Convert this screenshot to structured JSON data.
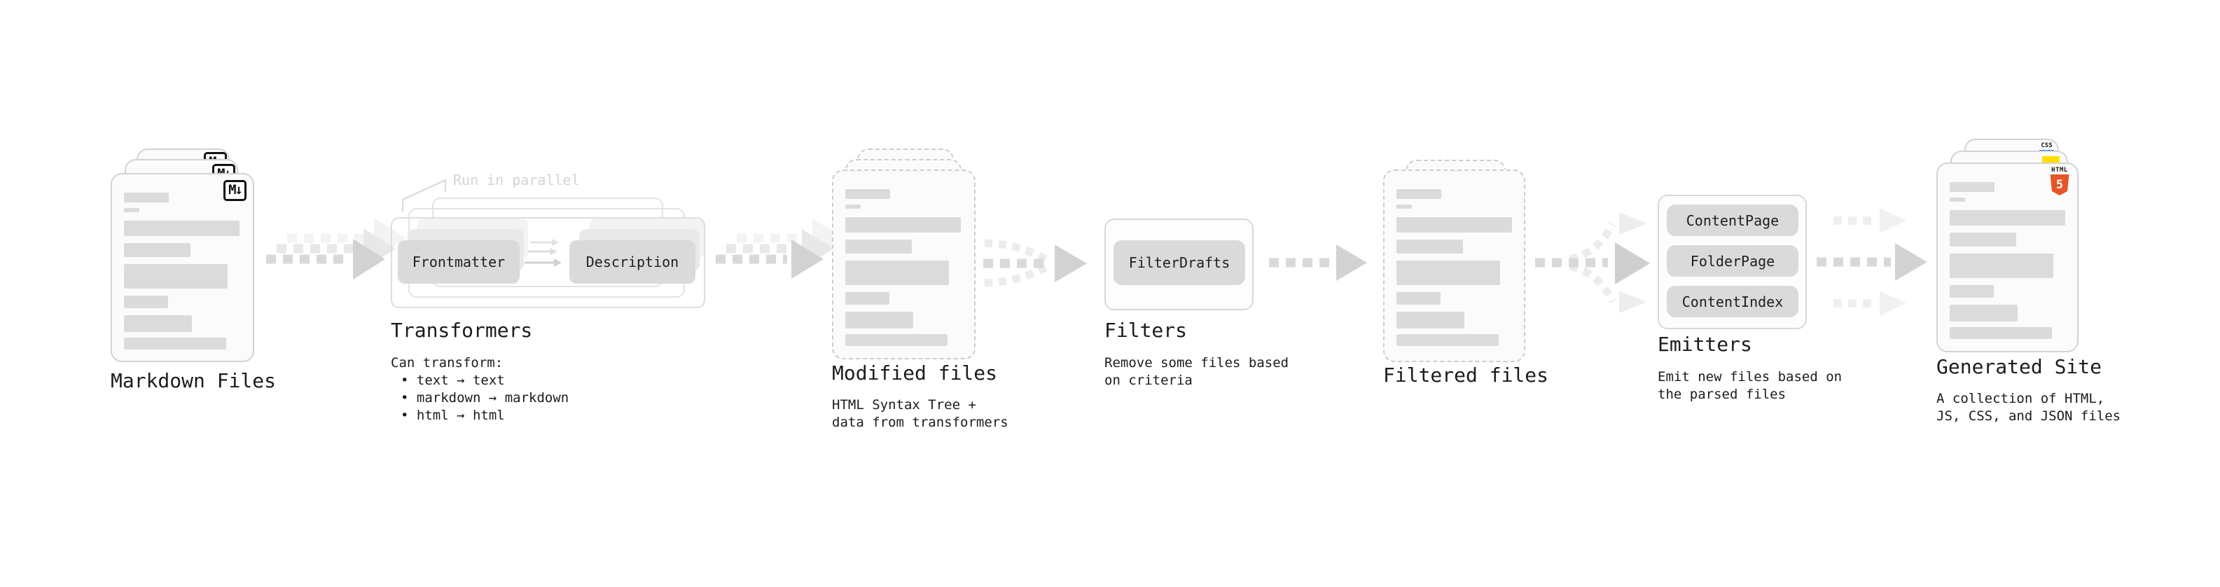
{
  "stages": {
    "markdown": {
      "title": "Markdown Files",
      "badge": "M↓"
    },
    "transformers": {
      "title": "Transformers",
      "annotation": "Run in parallel",
      "chips": [
        "Frontmatter",
        "Description"
      ],
      "caption": "Can transform:",
      "bullets": [
        "• text → text",
        "• markdown → markdown",
        "• html → html"
      ]
    },
    "modified": {
      "title": "Modified files",
      "caption_lines": [
        "HTML Syntax Tree +",
        "data from transformers"
      ]
    },
    "filters": {
      "title": "Filters",
      "chips": [
        "FilterDrafts"
      ],
      "caption_lines": [
        "Remove some files based",
        "on criteria"
      ]
    },
    "filtered": {
      "title": "Filtered files"
    },
    "emitters": {
      "title": "Emitters",
      "chips": [
        "ContentPage",
        "FolderPage",
        "ContentIndex"
      ],
      "caption_lines": [
        "Emit new files based on",
        "the parsed files"
      ]
    },
    "generated": {
      "title": "Generated Site",
      "badges": {
        "css": "CSS",
        "html_label": "HTML",
        "html_number": "5"
      },
      "caption_lines": [
        "A collection of HTML,",
        "JS, CSS, and JSON files"
      ]
    }
  },
  "colors": {
    "html5_orange": "#e65528",
    "js_yellow": "#ffdf00",
    "css_blue": "#3b6ce0"
  }
}
